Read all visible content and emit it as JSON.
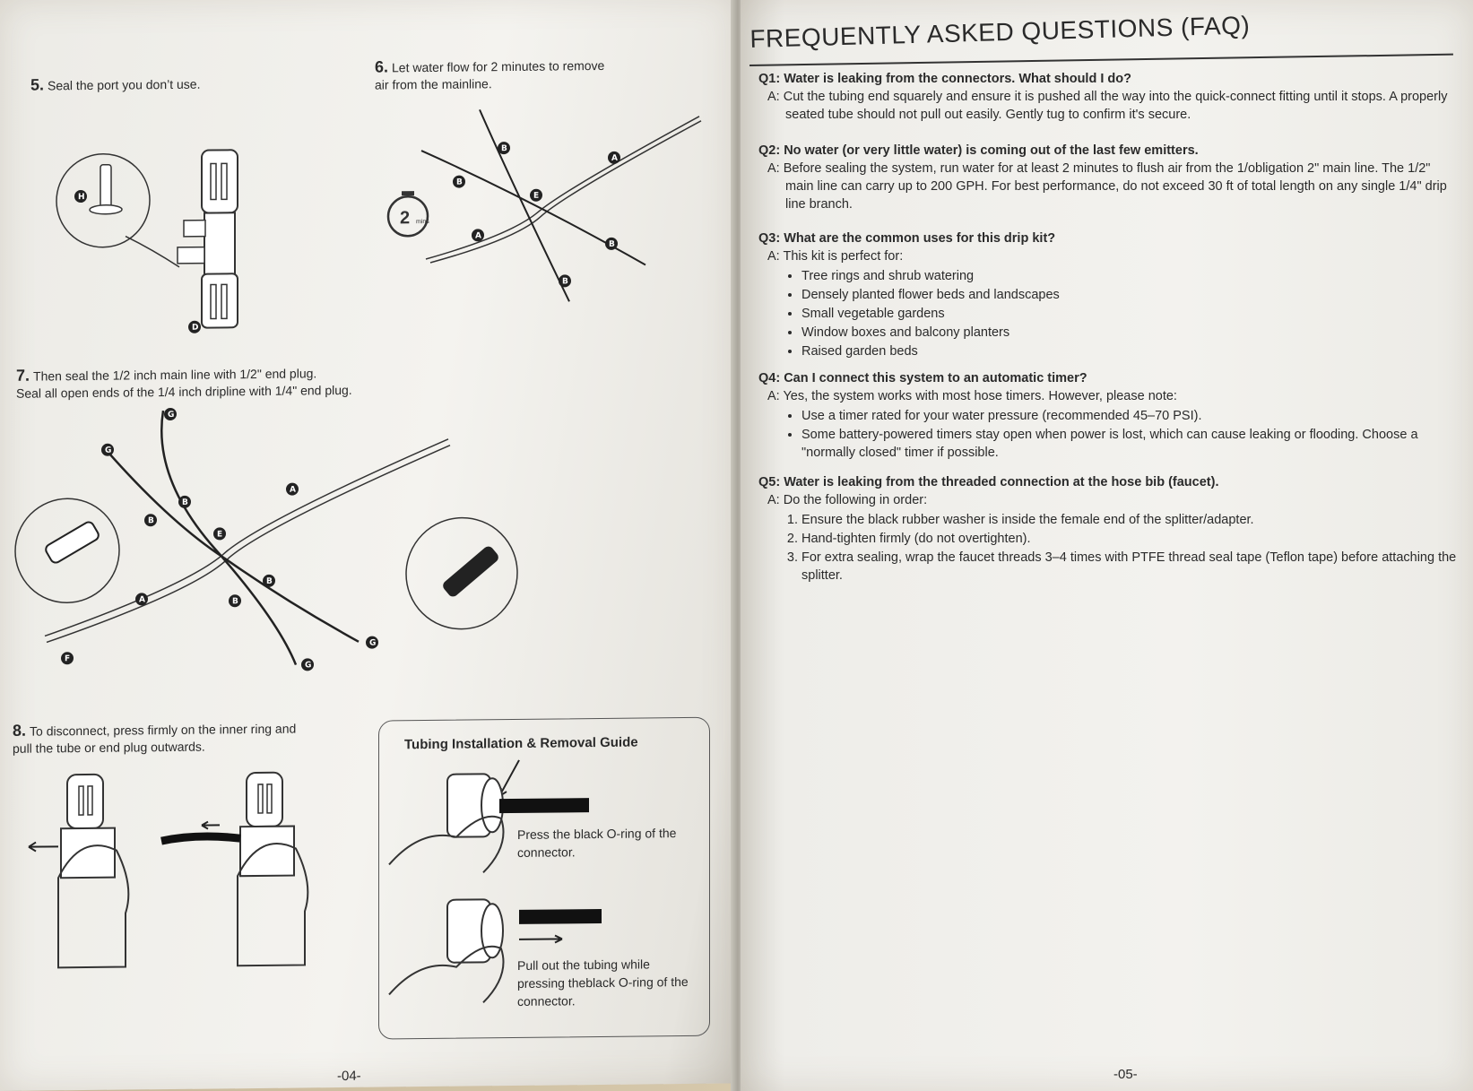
{
  "left_page": {
    "step5": {
      "num": "5.",
      "text": "Seal the port you don’t use."
    },
    "step6": {
      "num": "6.",
      "line1": "Let water flow for 2 minutes to remove",
      "line2": "air from the mainline.",
      "timer_value": "2",
      "timer_unit": "mins"
    },
    "step7": {
      "num": "7.",
      "line1": "Then seal the 1/2 inch main line with 1/2\" end plug.",
      "line2": "Seal all open ends of the 1/4 inch dripline with 1/4\" end plug."
    },
    "step8": {
      "num": "8.",
      "line1": "To disconnect, press firmly on the inner ring and",
      "line2": "pull the tube or end plug outwards."
    },
    "guide": {
      "title": "Tubing Installation & Removal Guide",
      "press_text": "Press the black O-ring of the connector.",
      "pull_text": "Pull out the tubing while pressing theblack O-ring of the connector."
    },
    "labels": {
      "A": "A",
      "B": "B",
      "D": "D",
      "E": "E",
      "F": "F",
      "G": "G",
      "H": "H"
    },
    "page_number": "-04-"
  },
  "right_page": {
    "title": "FREQUENTLY ASKED QUESTIONS (FAQ)",
    "faq": [
      {
        "q": "Q1: Water is leaking from the connectors. What should I do?",
        "a": "A: Cut the tubing end squarely and ensure it is pushed all the way into the quick-connect fitting until it stops. A properly seated tube should not pull out easily. Gently tug to confirm it's secure."
      },
      {
        "q": "Q2: No water (or very little water) is coming out of the last few emitters.",
        "a": "A: Before sealing the system, run water for at least 2 minutes to flush air from the 1/obligation 2\" main line. The 1/2\" main line can carry up to 200 GPH. For best performance, do not exceed 30 ft of total length on any single 1/4\" drip line branch."
      },
      {
        "q": "Q3: What are the common uses for this drip kit?",
        "a": "A: This kit is perfect for:",
        "bullets": [
          "Tree rings and shrub watering",
          "Densely planted flower beds and landscapes",
          "Small vegetable gardens",
          "Window boxes and balcony planters",
          "Raised garden beds"
        ]
      },
      {
        "q": "Q4: Can I connect this system to an automatic timer?",
        "a": "A: Yes, the system works with most hose timers. However, please note:",
        "bullets": [
          "Use a timer rated for your water pressure (recommended 45–70 PSI).",
          "Some battery-powered timers stay open when power is lost, which can cause leaking or flooding. Choose a \"normally closed\" timer if possible."
        ]
      },
      {
        "q": "Q5: Water is leaking from the threaded connection at the hose bib (faucet).",
        "a": "A: Do the following in order:",
        "steps": [
          "Ensure the black rubber washer is inside the female end of the splitter/adapter.",
          "Hand-tighten firmly (do not overtighten).",
          "For extra sealing, wrap the faucet threads 3–4 times with PTFE thread seal tape (Teflon tape) before attaching the splitter."
        ]
      }
    ],
    "page_number": "-05-"
  },
  "colors": {
    "paper": "#f2f1ed",
    "ink": "#2a2a2a",
    "binding": "#c8b89a"
  }
}
